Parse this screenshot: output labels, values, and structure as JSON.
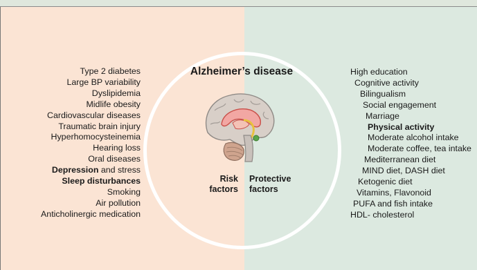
{
  "title": "Alzheimer’s disease",
  "risk": {
    "label_line1": "Risk",
    "label_line2": "factors",
    "items": [
      {
        "text": "Type 2 diabetes"
      },
      {
        "text": "Large BP variability"
      },
      {
        "text": "Dyslipidemia"
      },
      {
        "text": "Midlife obesity"
      },
      {
        "text": "Cardiovascular diseases"
      },
      {
        "text": "Traumatic brain injury"
      },
      {
        "text": "Hyperhomocysteinemia"
      },
      {
        "text": "Hearing loss"
      },
      {
        "text": "Oral diseases"
      },
      {
        "bold": "Depression",
        "text": " and stress"
      },
      {
        "bold": "Sleep disturbances",
        "text": ""
      },
      {
        "text": "Smoking"
      },
      {
        "text": "Air pollution"
      },
      {
        "text": "Anticholinergic medication"
      }
    ]
  },
  "protective": {
    "label_line1": "Protective",
    "label_line2": "factors",
    "items": [
      {
        "text": "High education",
        "indent": 0
      },
      {
        "text": "Cognitive activity",
        "indent": 6
      },
      {
        "text": "Bilingualism",
        "indent": 14
      },
      {
        "text": "Social engagement",
        "indent": 18
      },
      {
        "text": "Marriage",
        "indent": 22
      },
      {
        "text": "Physical activity",
        "indent": 25,
        "bold": true
      },
      {
        "text": "Moderate alcohol intake",
        "indent": 25
      },
      {
        "text": "Moderate coffee, tea intake",
        "indent": 25
      },
      {
        "text": "Mediterranean diet",
        "indent": 20
      },
      {
        "text": "MIND diet, DASH diet",
        "indent": 17
      },
      {
        "text": "Ketogenic diet",
        "indent": 11
      },
      {
        "text": "Vitamins, Flavonoid",
        "indent": 9
      },
      {
        "text": "PUFA and fish intake",
        "indent": 4
      },
      {
        "text": "HDL- cholesterol",
        "indent": 0
      }
    ]
  },
  "colors": {
    "risk_bg": "#fbe4d4",
    "protective_bg": "#dce9e0",
    "circle": "#ffffff"
  },
  "icon": "brain-sagittal-icon"
}
